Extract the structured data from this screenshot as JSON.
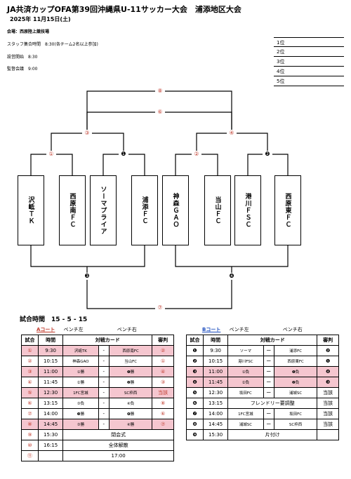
{
  "header": {
    "title": "JA共済カップOFA第39回沖縄県U-11サッカー大会　浦添地区大会",
    "date": "2025年 11月15日(土)",
    "venue": "会場：西原陸上競技場",
    "staff": "スタッフ集合時間　8:30(各チーム2名以上参加)",
    "setup": "設営開始　8:30",
    "meeting": "監督会議　9:00"
  },
  "ranking": [
    "1位",
    "2位",
    "3位",
    "4位",
    "5位"
  ],
  "bracket": {
    "teams": [
      "沢岻ＴＫ",
      "西原南ＦＣ",
      "ソーマプライア",
      "浦添ＦＣ",
      "神森ＧＡＯ",
      "当山ＦＣ",
      "港川ＦＳＣ",
      "西原東ＦＣ"
    ],
    "marks": [
      "⑧",
      "⑥",
      "③",
      "④",
      "①",
      "❶",
      "②",
      "❷",
      "❸",
      "❹",
      "⑦"
    ]
  },
  "schedule": {
    "match_time": "試合時間　15 - 5 - 15",
    "a_court": {
      "label": "Aコート",
      "bench_left": "ベンチ左",
      "bench_right": "ベンチ右",
      "headers": [
        "試合",
        "時間",
        "対戦カード",
        "審判"
      ],
      "rows": [
        {
          "no": "①",
          "time": "9:30",
          "home": "沢岻TK",
          "vs": "-",
          "away": "西原南FC",
          "ref": "②"
        },
        {
          "no": "②",
          "time": "10:15",
          "home": "神森GAO",
          "vs": "-",
          "away": "当山FC",
          "ref": "①"
        },
        {
          "no": "③",
          "time": "11:00",
          "home": "①勝",
          "vs": "-",
          "away": "❶勝",
          "ref": "④"
        },
        {
          "no": "④",
          "time": "11:45",
          "home": "②勝",
          "vs": "-",
          "away": "❷勝",
          "ref": "③"
        },
        {
          "no": "⑤",
          "time": "12:30",
          "home": "1FC宮城",
          "vs": "-",
          "away": "SC枠西",
          "ref": "当該"
        },
        {
          "no": "⑥",
          "time": "13:15",
          "home": "③負",
          "vs": "-",
          "away": "④負",
          "ref": "⑧"
        },
        {
          "no": "⑦",
          "time": "14:00",
          "home": "❸勝",
          "vs": "-",
          "away": "❹勝",
          "ref": "⑥"
        },
        {
          "no": "⑧",
          "time": "14:45",
          "home": "③勝",
          "vs": "-",
          "away": "④勝",
          "ref": "⑦"
        },
        {
          "no": "⑨",
          "time": "15:30",
          "card": "閉会式"
        },
        {
          "no": "⑩",
          "time": "16:15",
          "card": "全体解散"
        },
        {
          "no": "⑪",
          "time": "",
          "card": "17:00"
        }
      ]
    },
    "b_court": {
      "label": "Bコート",
      "bench_left": "ベンチ左",
      "bench_right": "ベンチ右",
      "headers": [
        "試合",
        "時間",
        "対戦カード",
        "審判"
      ],
      "rows": [
        {
          "no": "❶",
          "time": "9:30",
          "home": "ソーマ",
          "vs": "ー",
          "away": "浦添FC",
          "ref": "❷"
        },
        {
          "no": "❷",
          "time": "10:15",
          "home": "港川FSC",
          "vs": "ー",
          "away": "西原東FC",
          "ref": "❶"
        },
        {
          "no": "❸",
          "time": "11:00",
          "home": "①負",
          "vs": "ー",
          "away": "❶負",
          "ref": "❹"
        },
        {
          "no": "❹",
          "time": "11:45",
          "home": "②負",
          "vs": "ー",
          "away": "❷負",
          "ref": "❸"
        },
        {
          "no": "❺",
          "time": "12:30",
          "home": "坂田FC",
          "vs": "ー",
          "away": "浦城SC",
          "ref": "当該"
        },
        {
          "no": "❻",
          "time": "13:15",
          "card": "フレンドリー要調整",
          "ref": "当該"
        },
        {
          "no": "❼",
          "time": "14:00",
          "home": "1FC宮城",
          "vs": "ー",
          "away": "坂田FC",
          "ref": "当該"
        },
        {
          "no": "❽",
          "time": "14:45",
          "home": "浦城SC",
          "vs": "ー",
          "away": "SC枠西",
          "ref": "当該"
        },
        {
          "no": "❾",
          "time": "15:30",
          "card": "片付け",
          "ref": ""
        }
      ]
    }
  }
}
